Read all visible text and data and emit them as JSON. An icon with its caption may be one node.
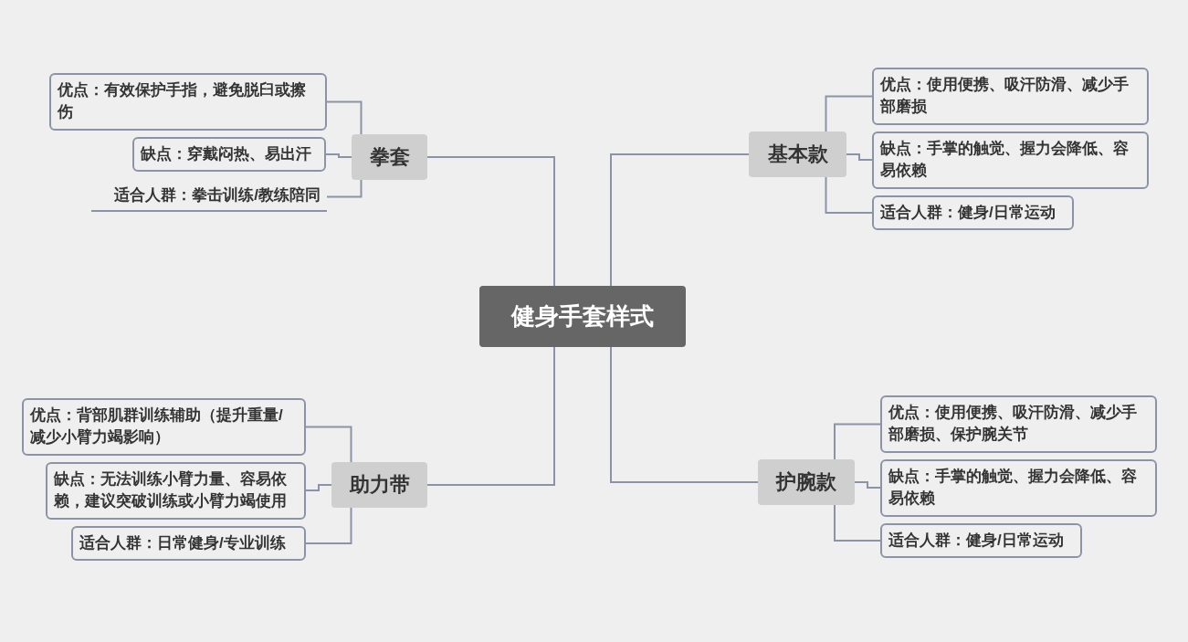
{
  "diagram": {
    "nodes": [
      {
        "text": [
          "健身手套样式"
        ]
      },
      {
        "text": [
          "拳套"
        ]
      },
      {
        "text": [
          "优点：有效保护手指，避免脱臼或擦伤"
        ]
      },
      {
        "text": [
          "缺点：穿戴闷热、易出汗"
        ]
      },
      {
        "text": [
          "适合人群：拳击训练/教练陪同"
        ]
      },
      {
        "text": [
          "基本款"
        ]
      },
      {
        "text": [
          "优点：使用便携、吸汗防滑、减少手部磨损"
        ]
      },
      {
        "text": [
          "缺点：手掌的触觉、握力会降低、容易依赖"
        ]
      },
      {
        "text": [
          "适合人群：健身/日常运动"
        ]
      },
      {
        "text": [
          "助力带"
        ]
      },
      {
        "text": [
          "优点：背部肌群训练辅助（提升重量/减少小臂力竭影响）"
        ]
      },
      {
        "text": [
          "缺点：无法训练小臂力量、容易依赖，建议突破训练或小臂力竭使用"
        ]
      },
      {
        "text": [
          "适合人群：日常健身/专业训练"
        ]
      },
      {
        "text": [
          "护腕款"
        ]
      },
      {
        "text": [
          "优点：使用便携、吸汗防滑、减少手部磨损、保护腕关节"
        ]
      },
      {
        "text": [
          "缺点：手掌的触觉、握力会降低、容易依赖"
        ]
      },
      {
        "text": [
          "适合人群：健身/日常运动"
        ]
      }
    ],
    "edges": [
      {
        "from": 0,
        "to": 1,
        "arrow": "none"
      },
      {
        "from": 1,
        "to": 2,
        "arrow": "none"
      },
      {
        "from": 1,
        "to": 3,
        "arrow": "none"
      },
      {
        "from": 1,
        "to": 4,
        "arrow": "none"
      },
      {
        "from": 0,
        "to": 5,
        "arrow": "none"
      },
      {
        "from": 5,
        "to": 6,
        "arrow": "none"
      },
      {
        "from": 5,
        "to": 7,
        "arrow": "none"
      },
      {
        "from": 5,
        "to": 8,
        "arrow": "none"
      },
      {
        "from": 0,
        "to": 9,
        "arrow": "none"
      },
      {
        "from": 9,
        "to": 10,
        "arrow": "none"
      },
      {
        "from": 9,
        "to": 11,
        "arrow": "none"
      },
      {
        "from": 9,
        "to": 12,
        "arrow": "none"
      },
      {
        "from": 0,
        "to": 13,
        "arrow": "none"
      },
      {
        "from": 13,
        "to": 14,
        "arrow": "none"
      },
      {
        "from": 13,
        "to": 15,
        "arrow": "none"
      },
      {
        "from": 13,
        "to": 16,
        "arrow": "none"
      }
    ]
  }
}
